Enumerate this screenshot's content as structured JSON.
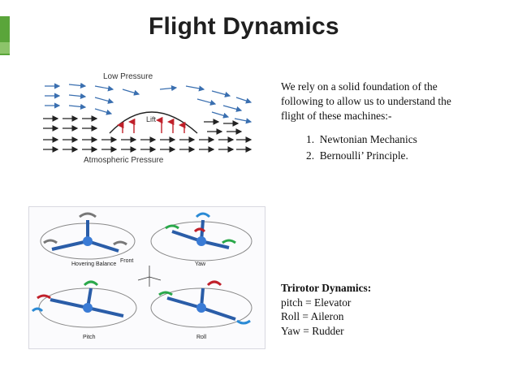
{
  "slide": {
    "title": "Flight Dynamics",
    "accent_color": "#5aa53a",
    "intro_text": "We rely on a solid foundation of the following to allow us to understand the flight of these machines:-",
    "list": [
      {
        "num": "1.",
        "text": "Newtonian Mechanics"
      },
      {
        "num": "2.",
        "text": "Bernoulli’ Principle."
      }
    ],
    "trirotor": {
      "heading": "Trirotor Dynamics:",
      "lines": [
        "pitch = Elevator",
        "Roll = Aileron",
        "Yaw = Rudder"
      ]
    }
  },
  "figure_lift": {
    "top_label": "Low Pressure",
    "center_label": "Lift",
    "bottom_label": "Atmospheric Pressure"
  },
  "figure_trirotor": {
    "labels": {
      "hover": "Hovering Balance",
      "front": "Front",
      "yaw": "Yaw",
      "pitch": "Pitch",
      "roll": "Roll"
    }
  }
}
